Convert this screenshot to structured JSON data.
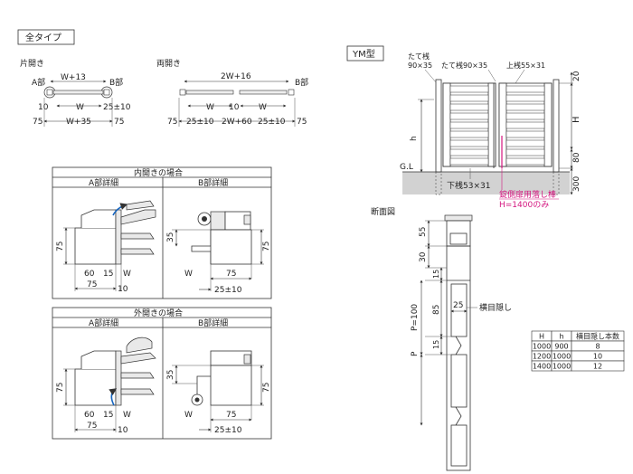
{
  "header": {
    "badge": "全タイプ",
    "model_badge": "YM型"
  },
  "top": {
    "single_label": "片開き",
    "single": {
      "a": "A部",
      "b": "B部",
      "top": "W+13",
      "w": "W",
      "left10": "10",
      "right": "25±10",
      "left75": "75",
      "mid": "W+35",
      "right75": "75"
    },
    "double_label": "両開き",
    "double": {
      "b": "B部",
      "top": "2W+16",
      "w1": "W",
      "ten": "10",
      "w2": "W",
      "left75": "75",
      "d1": "25±10",
      "mid": "2W+60",
      "d2": "25±10",
      "right75": "75"
    }
  },
  "inner": {
    "title": "内開きの場合",
    "a_title": "A部詳細",
    "b_title": "B部詳細",
    "a": {
      "h75": "75",
      "d60": "60",
      "d15": "15",
      "w": "W",
      "d75": "75",
      "d10": "10"
    },
    "b": {
      "d35": "35",
      "h75": "75",
      "w": "W",
      "d75": "75",
      "d25": "25±10"
    }
  },
  "outer": {
    "title": "外開きの場合",
    "a_title": "A部詳細",
    "b_title": "B部詳細",
    "a": {
      "h75": "75",
      "d60": "60",
      "d15": "15",
      "w": "W",
      "d75": "75",
      "d10": "10"
    },
    "b": {
      "d35": "35",
      "h75": "75",
      "w": "W",
      "d75": "75",
      "d25": "25±10"
    }
  },
  "elevation": {
    "tate_top1": "たて桟",
    "tate_top2": "90×35",
    "tate_mid": "たて桟90×35",
    "uwasan": "上桟55×31",
    "g": "20",
    "H": "H",
    "h": "h",
    "gl": "G.L",
    "b80": "80",
    "b300": "300",
    "shitasan": "下桟53×31",
    "lock1": "錠側扉用落し棒",
    "lock2": "H=1400のみ"
  },
  "section": {
    "title": "断面図",
    "d55": "55",
    "d30": "30",
    "d15a": "15",
    "d85": "85",
    "d15b": "15",
    "p100": "P=100",
    "d25": "25",
    "p": "P",
    "yoko": "横目隠し"
  },
  "table": {
    "headers": [
      "H",
      "h",
      "横目隠し本数"
    ],
    "rows": [
      [
        "1000",
        "900",
        "8"
      ],
      [
        "1200",
        "1000",
        "10"
      ],
      [
        "1400",
        "1000",
        "12"
      ]
    ]
  }
}
